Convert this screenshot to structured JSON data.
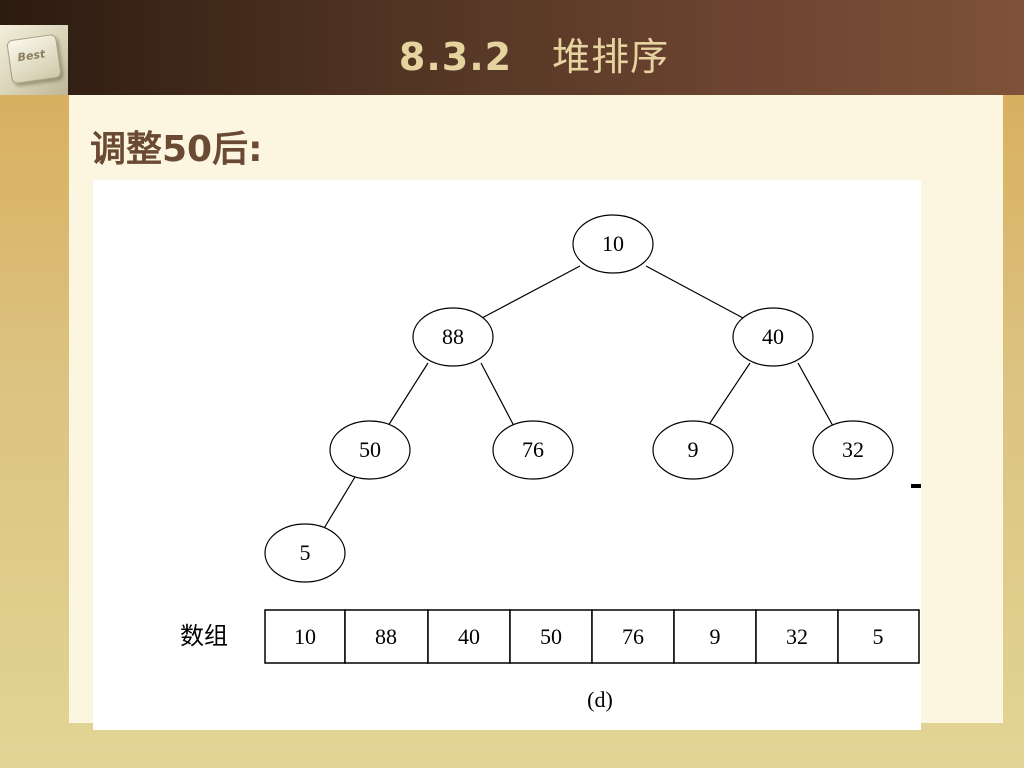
{
  "header": {
    "section_number": "8.3.2",
    "section_title": "堆排序",
    "logo_text": "Best"
  },
  "subtitle": "调整50后:",
  "diagram": {
    "nodes": [
      "10",
      "88",
      "40",
      "50",
      "76",
      "9",
      "32",
      "5"
    ],
    "array_label": "数组",
    "array_values": [
      "10",
      "88",
      "40",
      "50",
      "76",
      "9",
      "32",
      "5"
    ],
    "caption": "(d)"
  }
}
